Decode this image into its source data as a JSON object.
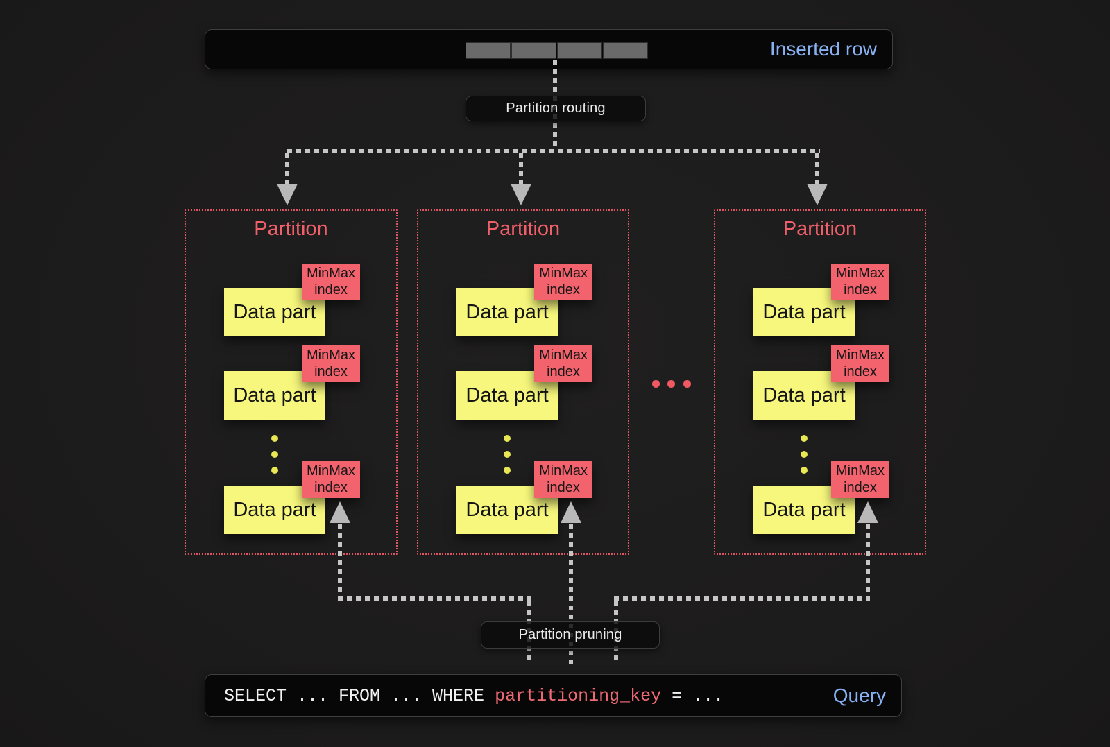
{
  "colors": {
    "background": "#1d1c1c",
    "panel_bg": "#070707",
    "panel_border": "#3f3f3f",
    "accent_blue": "#87b1f3",
    "salmon_text": "#f0606a",
    "salmon_fill": "#f2636d",
    "partition_border": "#dd5661",
    "yellow_fill": "#f7f77d",
    "line_gray": "#c6c6c6",
    "arrow_gray": "#b9b9b9",
    "bar_segment_gray": "#6a6a6a",
    "sql_key_color": "#ee6b74",
    "dark_text": "#151515"
  },
  "inserted_row": {
    "label": "Inserted row",
    "segment_count": 4
  },
  "routing_label": "Partition routing",
  "pruning_label": "Partition pruning",
  "partition_ellipsis": "...",
  "partitions": [
    {
      "title": "Partition",
      "parts": [
        {
          "label": "Data part",
          "index_line1": "MinMax",
          "index_line2": "index"
        },
        {
          "label": "Data part",
          "index_line1": "MinMax",
          "index_line2": "index"
        },
        {
          "label": "Data part",
          "index_line1": "MinMax",
          "index_line2": "index"
        }
      ]
    },
    {
      "title": "Partition",
      "parts": [
        {
          "label": "Data part",
          "index_line1": "MinMax",
          "index_line2": "index"
        },
        {
          "label": "Data part",
          "index_line1": "MinMax",
          "index_line2": "index"
        },
        {
          "label": "Data part",
          "index_line1": "MinMax",
          "index_line2": "index"
        }
      ]
    },
    {
      "title": "Partition",
      "parts": [
        {
          "label": "Data part",
          "index_line1": "MinMax",
          "index_line2": "index"
        },
        {
          "label": "Data part",
          "index_line1": "MinMax",
          "index_line2": "index"
        },
        {
          "label": "Data part",
          "index_line1": "MinMax",
          "index_line2": "index"
        }
      ]
    }
  ],
  "query": {
    "sql_prefix": "SELECT ... FROM ... WHERE ",
    "sql_key": "partitioning_key",
    "sql_suffix": " = ...",
    "label": "Query"
  }
}
